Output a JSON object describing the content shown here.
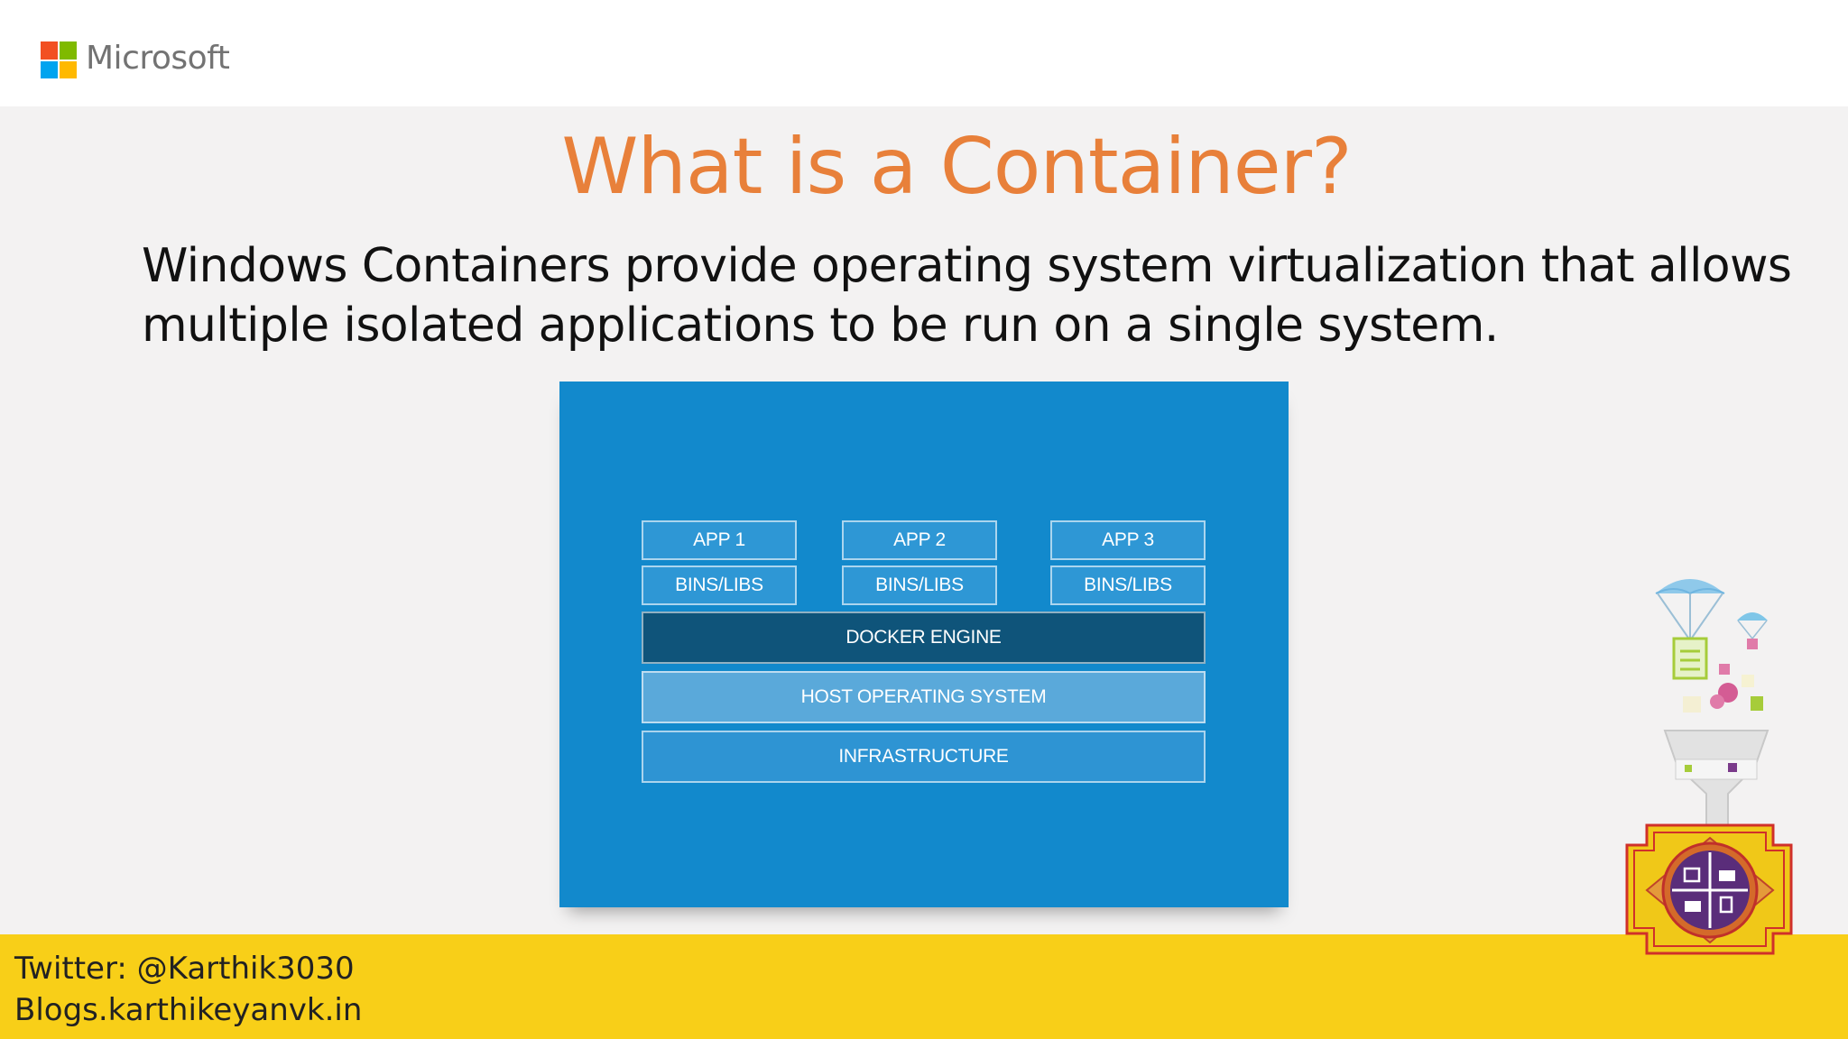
{
  "brand": {
    "name": "Microsoft",
    "logo_colors": [
      "#f25022",
      "#7fba00",
      "#00a4ef",
      "#ffb900"
    ]
  },
  "slide": {
    "title": "What is a Container?",
    "title_color": "#e8803a",
    "description_line1": "Windows Containers provide operating system virtualization that allows",
    "description_line2": "multiple isolated applications to be run on a single system."
  },
  "diagram": {
    "apps": [
      "APP 1",
      "APP 2",
      "APP 3"
    ],
    "libs": [
      "BINS/LIBS",
      "BINS/LIBS",
      "BINS/LIBS"
    ],
    "engine": "DOCKER ENGINE",
    "host": "HOST OPERATING SYSTEM",
    "infrastructure": "INFRASTRUCTURE"
  },
  "footer": {
    "twitter": "Twitter: @Karthik3030",
    "blog": "Blogs.karthikeyanvk.in"
  },
  "colors": {
    "footer_bg": "#f8cf18",
    "diagram_bg": "#1289cc"
  }
}
